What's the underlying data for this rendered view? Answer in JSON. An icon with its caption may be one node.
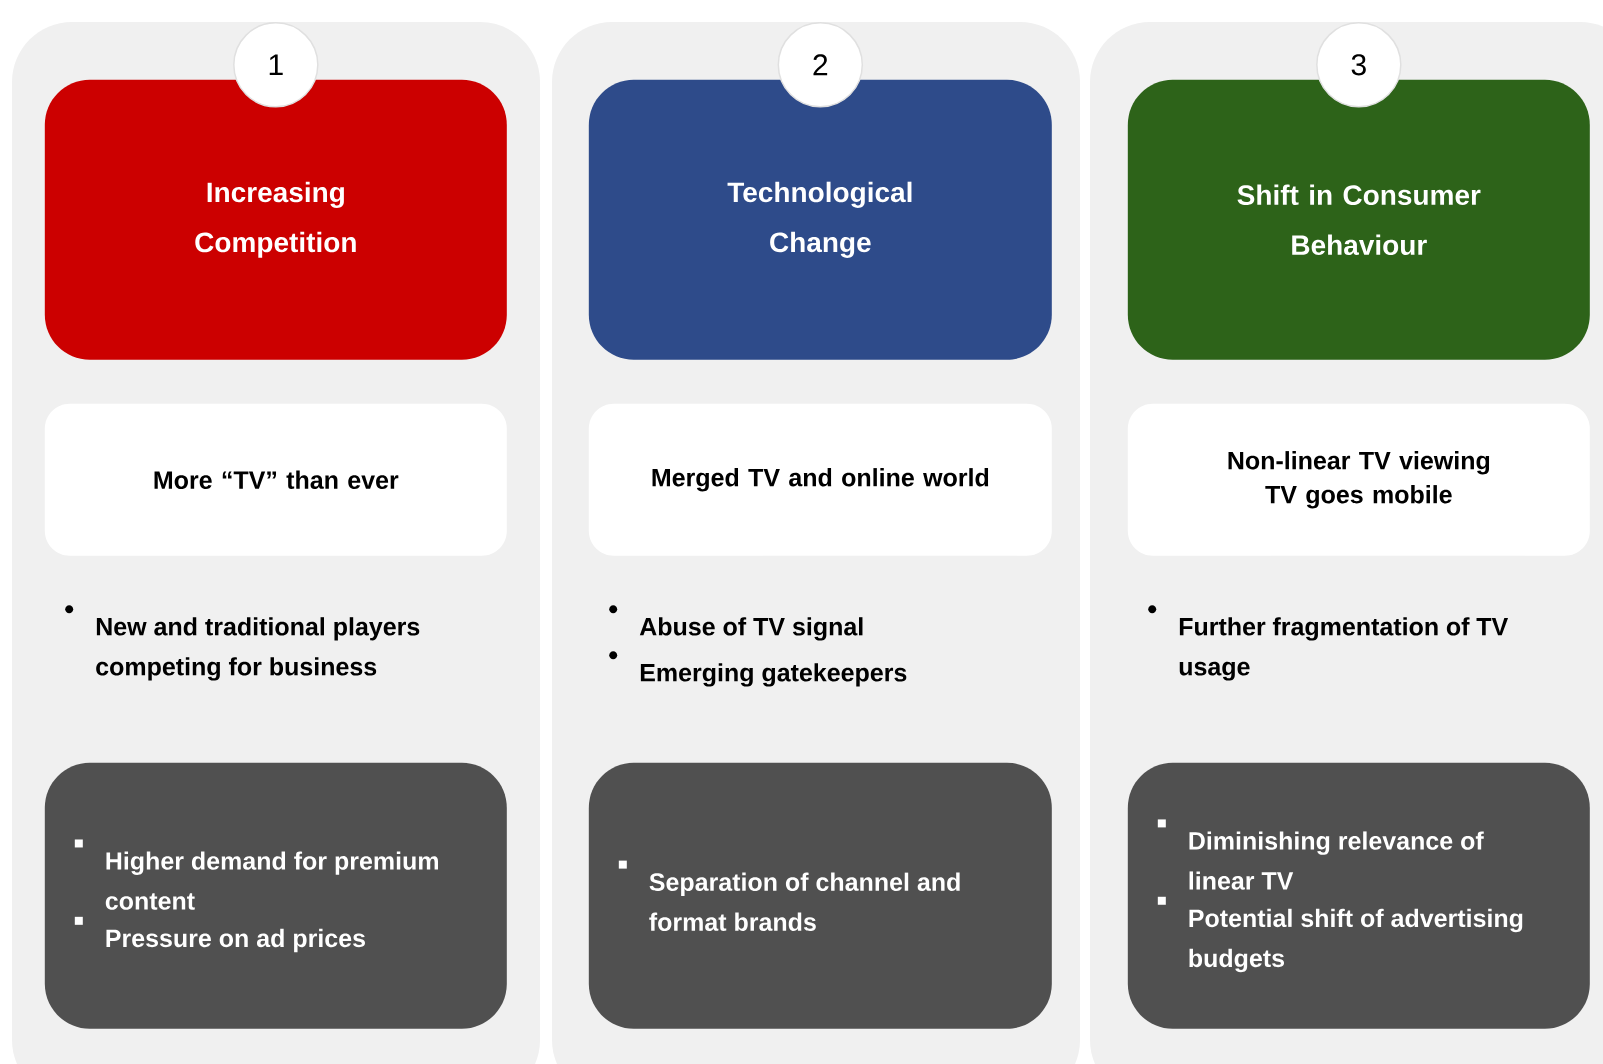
{
  "diagram": {
    "nodes": [
      {
        "text": [
          "New and traditional players competing for business"
        ]
      },
      {
        "text": [
          "1"
        ],
        "in": 0
      },
      {
        "text": [
          "Increasing Competition"
        ],
        "in": 0
      },
      {
        "text": [
          "More “TV” than ever"
        ],
        "in": 0
      },
      {
        "text": [
          "Higher demand for premium content",
          "Pressure on ad prices"
        ],
        "in": 0
      },
      {
        "text": [
          "Abuse of TV signal",
          "Emerging gatekeepers"
        ]
      },
      {
        "text": [
          "2"
        ],
        "in": 5
      },
      {
        "text": [
          "Technological Change"
        ],
        "in": 5
      },
      {
        "text": [
          "Merged TV and online world"
        ],
        "in": 5
      },
      {
        "text": [
          "Separation of channel and format brands"
        ],
        "in": 5
      },
      {
        "text": [
          "Further fragmentation of TV usage"
        ]
      },
      {
        "text": [
          "3"
        ],
        "in": 10
      },
      {
        "text": [
          "Shift in Consumer Behaviour"
        ],
        "in": 10
      },
      {
        "text": [
          "Non-linear TV viewing",
          "TV goes mobile"
        ],
        "in": 10
      },
      {
        "text": [
          "Diminishing relevance of linear TV",
          "Potential shift of advertising budgets"
        ],
        "in": 10
      }
    ]
  }
}
